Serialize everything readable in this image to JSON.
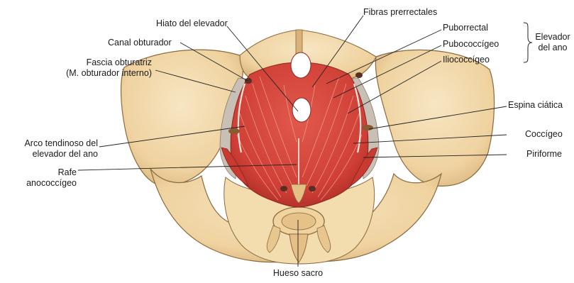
{
  "labels": {
    "hiato": "Hiato del elevador",
    "canal": "Canal obturador",
    "fascia_line1": "Fascia obturatriz",
    "fascia_line2": "(M. obturador interno)",
    "arco_line1": "Arco tendinoso del",
    "arco_line2": "elevador del ano",
    "rafe_line1": "Rafe",
    "rafe_line2": "anococcígeo",
    "fibras": "Fibras prerrectales",
    "puborrectal": "Puborrectal",
    "pubococcigeo": "Pubococcígeo",
    "iliococcigeo": "Iliococcígeo",
    "elevador_line1": "Elevador",
    "elevador_line2": "del ano",
    "espina": "Espina ciática",
    "coccigeo": "Coccígeo",
    "piriforme": "Piriforme",
    "sacro": "Hueso sacro"
  },
  "colors": {
    "bone": "#f1d7a8",
    "bone_edge": "#8a6a3e",
    "bone_shadow": "#d9b27a",
    "muscle": "#d6473d",
    "muscle_dark": "#b3302a",
    "muscle_light": "#ec8a7c",
    "leader": "#222222"
  }
}
